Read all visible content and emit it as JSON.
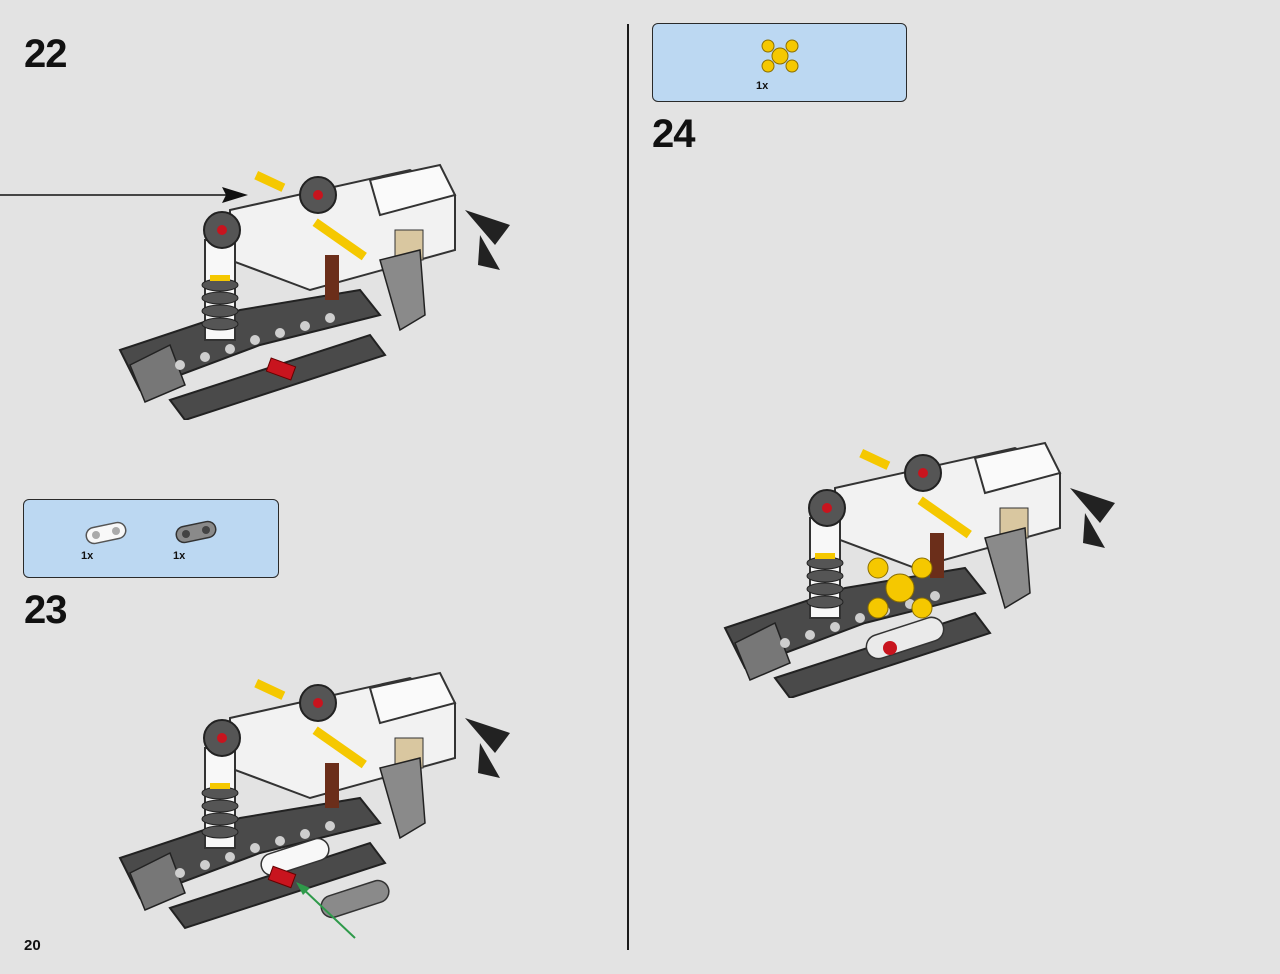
{
  "page": {
    "number": "20"
  },
  "steps": [
    {
      "number": "22"
    },
    {
      "number": "23",
      "parts": [
        {
          "qty": "1x",
          "icon": "white-connector-icon"
        },
        {
          "qty": "1x",
          "icon": "gray-connector-icon"
        }
      ]
    },
    {
      "number": "24",
      "parts": [
        {
          "qty": "1x",
          "icon": "yellow-cross-hub-icon"
        }
      ]
    }
  ],
  "colors": {
    "background": "#e3e3e3",
    "callout": "#bcd8f2",
    "yellow": "#f5c800",
    "red": "#c8141e",
    "dark_gray": "#3c3c3c",
    "white": "#f8f8f8",
    "brown": "#6b2e1a",
    "tan": "#d9c7a0",
    "arrow_green": "#2e9a4a"
  }
}
